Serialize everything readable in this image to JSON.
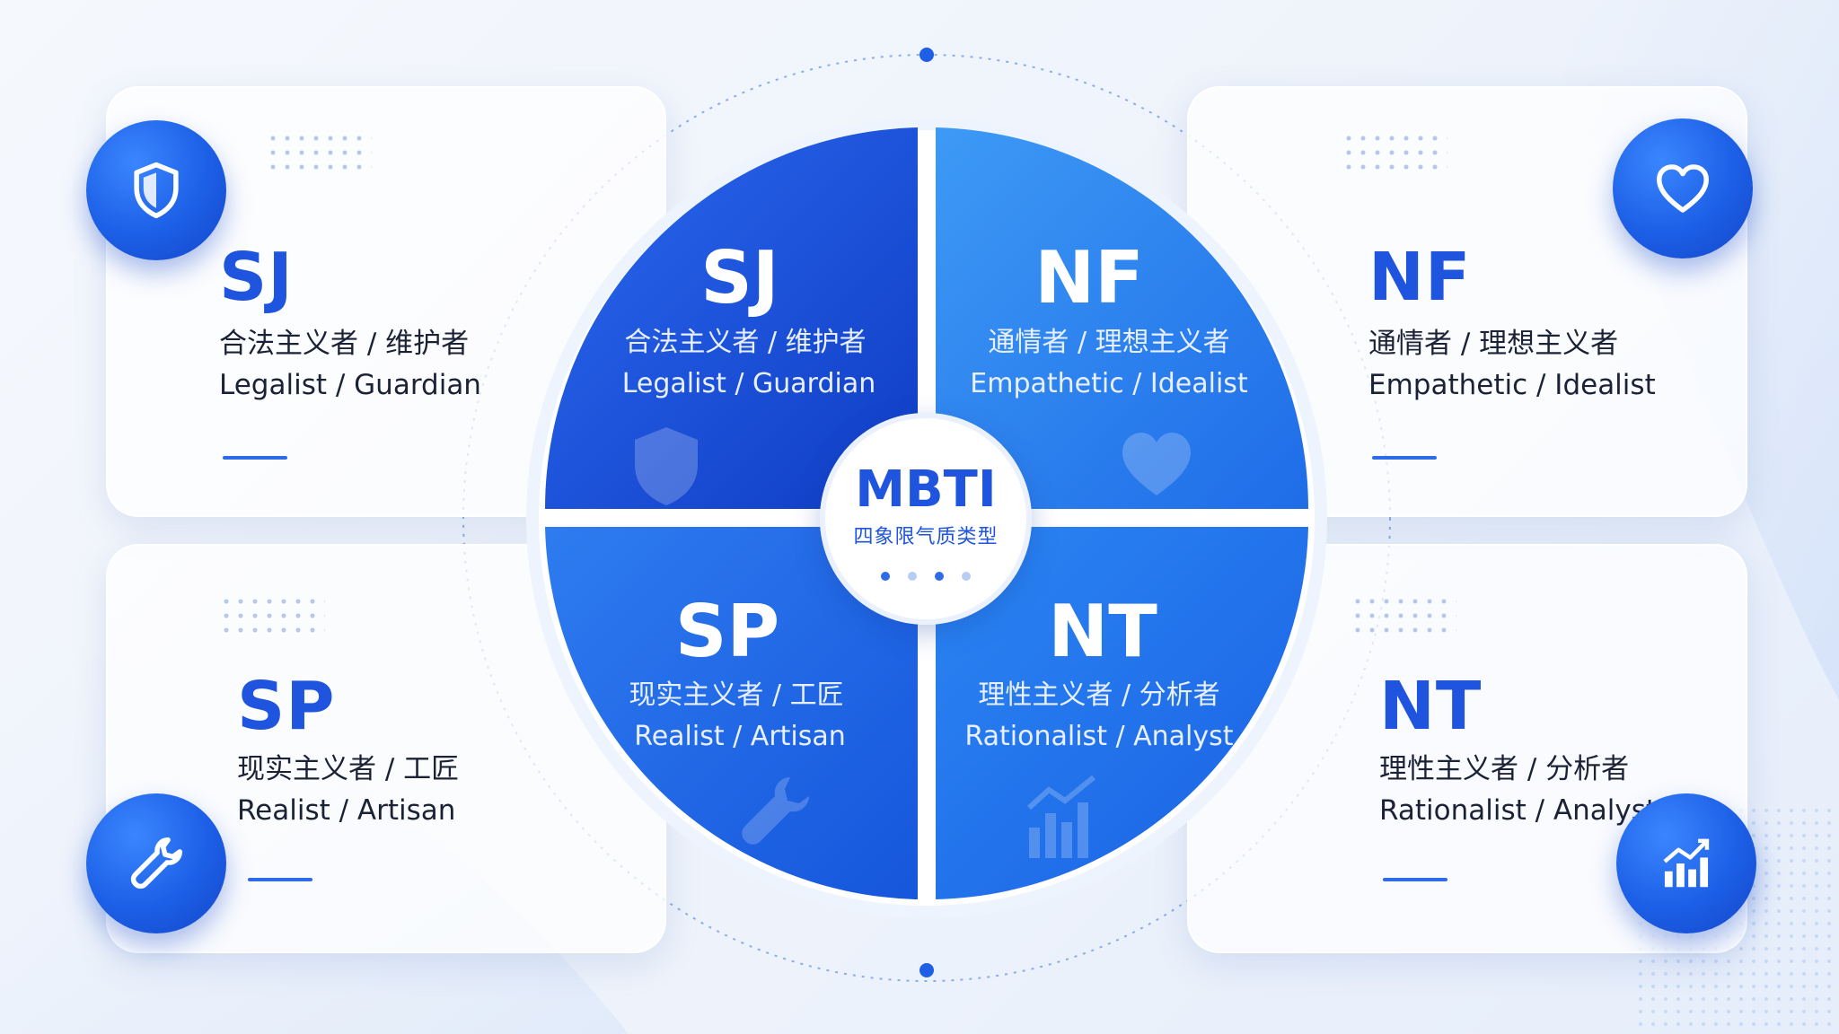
{
  "center": {
    "title": "MBTI",
    "subtitle": "四象限气质类型",
    "pager_count": 4
  },
  "temperaments": [
    {
      "code": "SJ",
      "zh": "合法主义者 / 维护者",
      "en": "Legalist / Guardian",
      "icon": "shield-icon"
    },
    {
      "code": "NF",
      "zh": "通情者 / 理想主义者",
      "en": "Empathetic / Idealist",
      "icon": "heart-icon"
    },
    {
      "code": "SP",
      "zh": "现实主义者 / 工匠",
      "en": "Realist / Artisan",
      "icon": "wrench-icon"
    },
    {
      "code": "NT",
      "zh": "理性主义者 / 分析者",
      "en": "Rationalist / Analyst",
      "icon": "bar-chart-icon"
    }
  ],
  "colors": {
    "accent": "#1f55de",
    "quadrant_sj": "#1648d6",
    "quadrant_nf": "#2f86f0",
    "quadrant_sp": "#1f6fe8",
    "quadrant_nt": "#2378ea"
  }
}
